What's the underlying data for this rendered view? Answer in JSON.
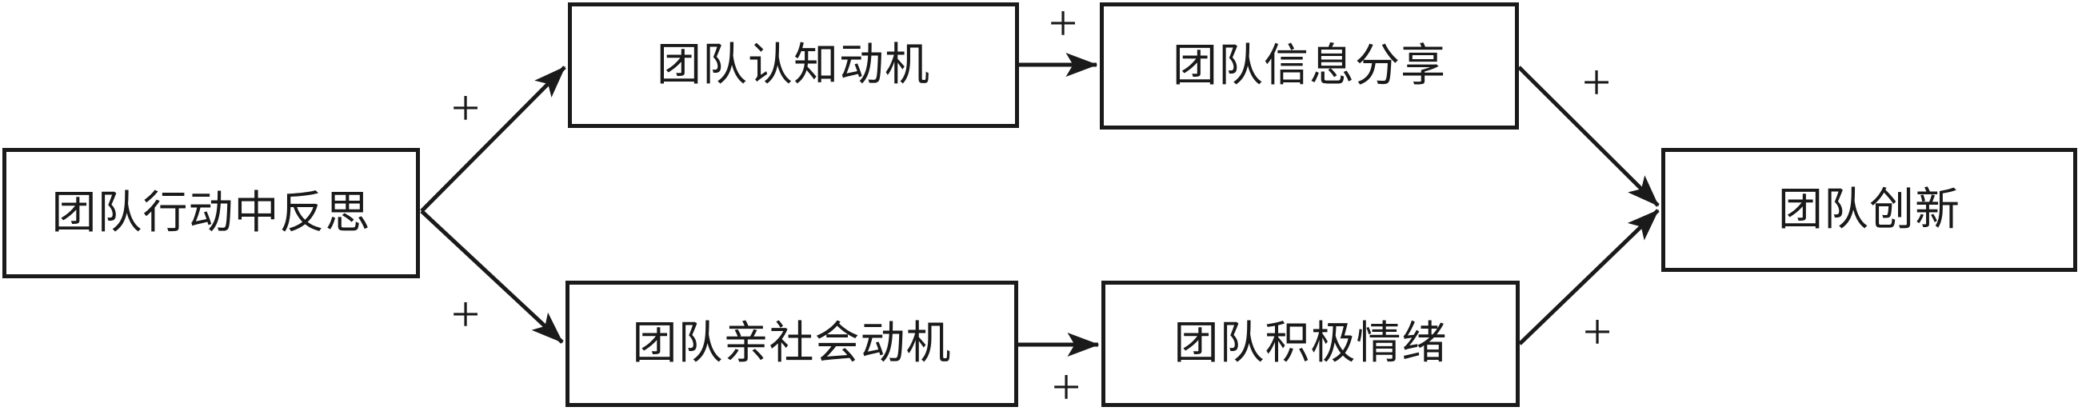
{
  "diagram": {
    "nodes": [
      {
        "id": "team-reflexivity-in-action",
        "label": "团队行动中反思"
      },
      {
        "id": "team-cognitive-motivation",
        "label": "团队认知动机"
      },
      {
        "id": "team-information-sharing",
        "label": "团队信息分享"
      },
      {
        "id": "team-prosocial-motivation",
        "label": "团队亲社会动机"
      },
      {
        "id": "team-positive-emotion",
        "label": "团队积极情绪"
      },
      {
        "id": "team-innovation",
        "label": "团队创新"
      }
    ],
    "edges": [
      {
        "from": "团队行动中反思",
        "to": "团队认知动机",
        "sign": "+"
      },
      {
        "from": "团队行动中反思",
        "to": "团队亲社会动机",
        "sign": "+"
      },
      {
        "from": "团队认知动机",
        "to": "团队信息分享",
        "sign": "+"
      },
      {
        "from": "团队亲社会动机",
        "to": "团队积极情绪",
        "sign": "+"
      },
      {
        "from": "团队信息分享",
        "to": "团队创新",
        "sign": "+"
      },
      {
        "from": "团队积极情绪",
        "to": "团队创新",
        "sign": "+"
      }
    ],
    "colors": {
      "line": "#1a1a1a",
      "text": "#1a1a1a",
      "background": "#ffffff"
    }
  }
}
